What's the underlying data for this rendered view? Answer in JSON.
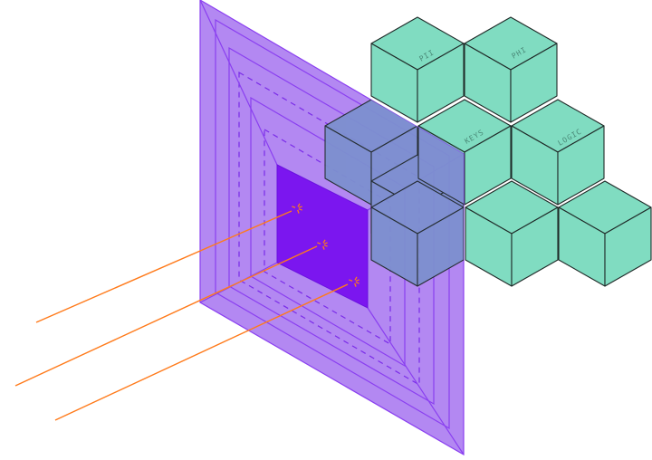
{
  "colors": {
    "cube_face": "#80dcc1",
    "cube_stroke": "#1f2a28",
    "panel_fill": "#b388f2",
    "panel_stroke": "#8a3ff0",
    "window_fill": "#7b16ef",
    "overlap_fill": "#7d90cf",
    "ray": "#ff7a1a",
    "background": "#ffffff"
  },
  "cube_labels": {
    "pii": "PII",
    "phi": "PHI",
    "keys": "KEYS",
    "logic": "LOGIC"
  },
  "icons": {
    "ray_impact": "spark-burst-icon"
  }
}
